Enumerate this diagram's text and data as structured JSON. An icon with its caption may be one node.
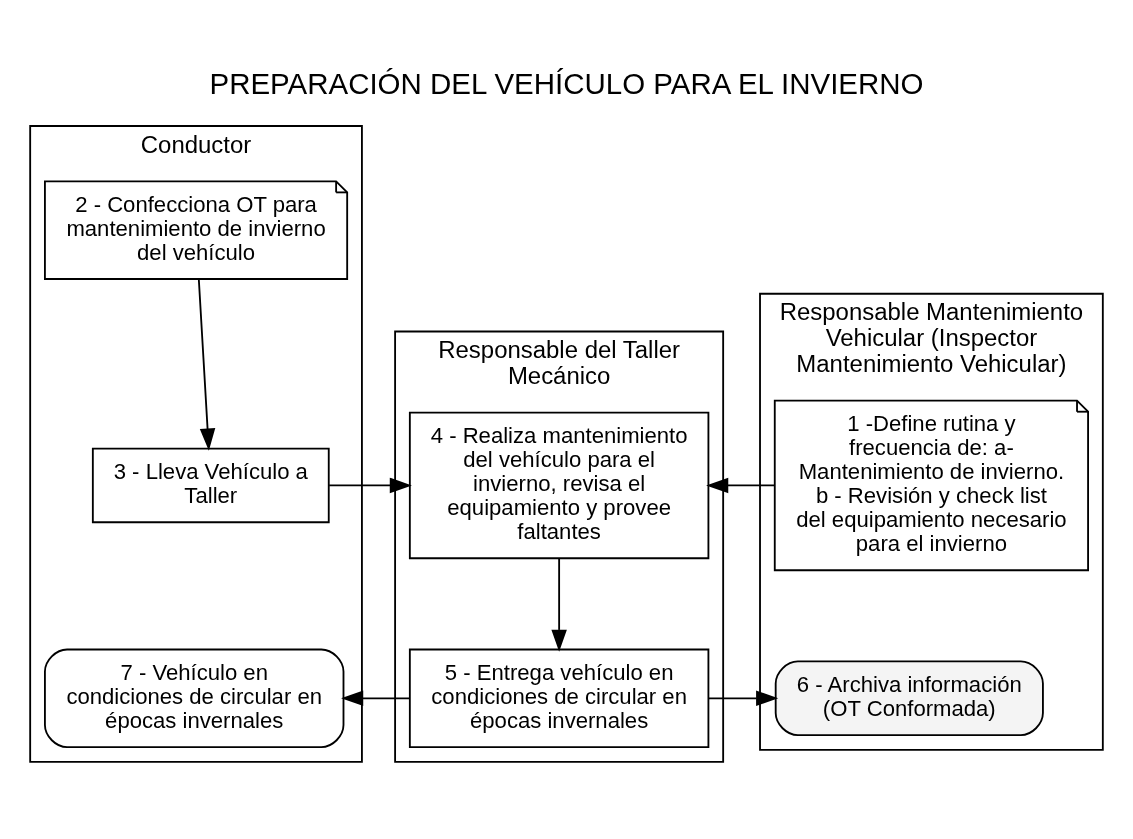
{
  "diagram": {
    "title": "PREPARACIÓN DEL VEHÍCULO PARA EL INVIERNO",
    "nodes": [
      {
        "text": [
          "Conductor"
        ]
      },
      {
        "text": [
          "Responsable del Taller Mecánico"
        ]
      },
      {
        "text": [
          "Responsable Mantenimiento Vehicular (Inspector Mantenimiento Vehicular)"
        ]
      },
      {
        "text": [
          "2 - Confecciona OT para mantenimiento de invierno del vehículo"
        ],
        "in": 0
      },
      {
        "text": [
          "3 - Lleva Vehículo a Taller"
        ],
        "in": 0
      },
      {
        "text": [
          "7 - Vehículo en condiciones de circular en épocas invernales"
        ],
        "in": 0
      },
      {
        "text": [
          "4 - Realiza mantenimiento del vehículo para el invierno, revisa el equipamiento y provee faltantes"
        ],
        "in": 1
      },
      {
        "text": [
          "5 - Entrega vehículo en condiciones de circular en épocas invernales"
        ],
        "in": 1
      },
      {
        "text": [
          "1 -Define rutina y frecuencia de: a- Mantenimiento de invierno. b - Revisión y check list del equipamiento necesario para el invierno"
        ],
        "in": 2
      },
      {
        "text": [
          "6 - Archiva información (OT Conformada)"
        ],
        "in": 2
      }
    ],
    "edges": [
      {
        "from": 3,
        "to": 4,
        "arrow": "to"
      },
      {
        "from": 4,
        "to": 6,
        "arrow": "to"
      },
      {
        "from": 8,
        "to": 6,
        "arrow": "to"
      },
      {
        "from": 6,
        "to": 7,
        "arrow": "to"
      },
      {
        "from": 7,
        "to": 5,
        "arrow": "to"
      },
      {
        "from": 7,
        "to": 9,
        "arrow": "to"
      }
    ]
  }
}
